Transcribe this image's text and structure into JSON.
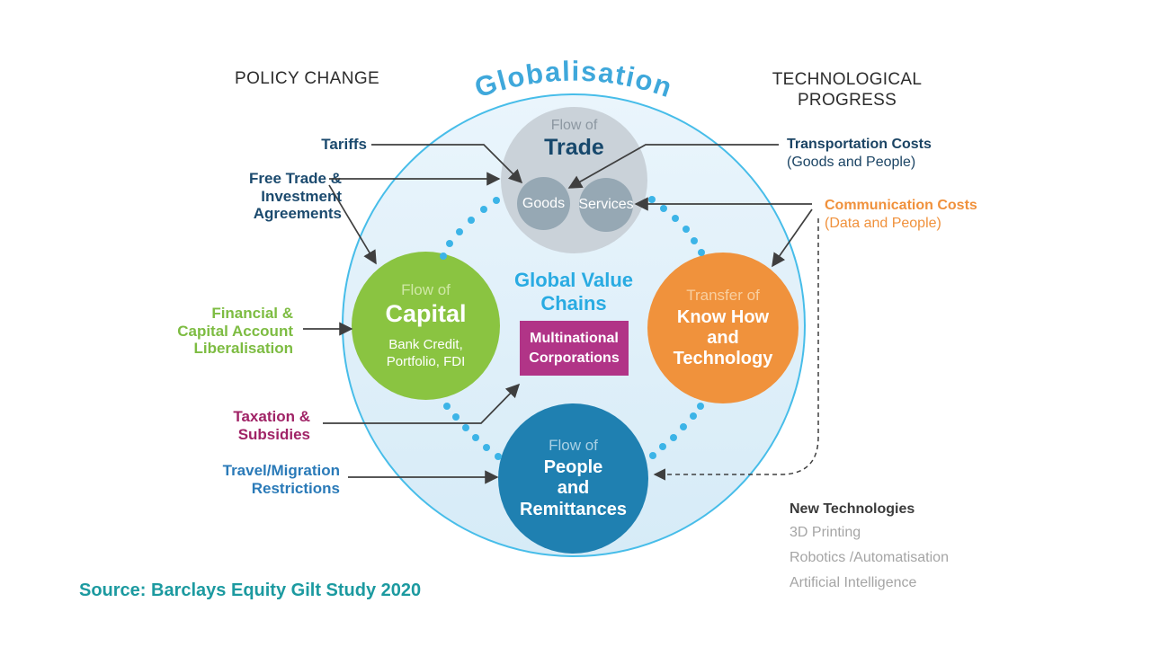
{
  "title": "Globalisation",
  "headings": {
    "left": "POLICY CHANGE",
    "right": "TECHNOLOGICAL\nPROGRESS"
  },
  "policy_labels": {
    "tariffs": {
      "text": "Tariffs",
      "color": "#1B4A6E"
    },
    "free_trade": {
      "text": "Free Trade &\nInvestment\nAgreements",
      "color": "#1B4A6E"
    },
    "financial": {
      "text": "Financial &\nCapital Account\nLiberalisation",
      "color": "#7DBC42"
    },
    "taxation": {
      "text": "Taxation &\nSubsidies",
      "color": "#A02366"
    },
    "travel": {
      "text": "Travel/Migration\nRestrictions",
      "color": "#2A7AB8"
    }
  },
  "tech_labels": {
    "transportation": {
      "text": "Transportation Costs",
      "sub": "(Goods and People)",
      "color": "#1B4464"
    },
    "communication": {
      "text": "Communication Costs",
      "sub": "(Data and People)",
      "color": "#F0913C"
    }
  },
  "circles": {
    "trade": {
      "prefix": "Flow of",
      "title": "Trade",
      "color": "#CAD2D9",
      "goods": "Goods",
      "services": "Services",
      "sub_color": "#96A8B4"
    },
    "capital": {
      "prefix": "Flow of",
      "title": "Capital",
      "sub": "Bank Credit,\nPortfolio, FDI",
      "color": "#8AC441"
    },
    "knowhow": {
      "prefix": "Transfer of",
      "title": "Know How\nand\nTechnology",
      "color": "#F0923C"
    },
    "people": {
      "prefix": "Flow of",
      "title": "People\nand\nRemittances",
      "color": "#1F80B1"
    }
  },
  "center": {
    "label": "Global Value Chains",
    "label_color": "#29ABE2",
    "box": "Multinational Corporations",
    "box_color": "#B13487"
  },
  "new_technologies": {
    "heading": "New Technologies",
    "items": [
      "3D Printing",
      "Robotics /Automatisation",
      "Artificial Intelligence"
    ]
  },
  "source": "Source: Barclays Equity Gilt Study 2020",
  "outer_circle": {
    "stroke": "#47BDE9",
    "fill_top": "#EAF5FC",
    "fill_bottom": "#D6EBF7"
  },
  "accents": {
    "dots": "#3CB4E7",
    "arrows": "#3F3F3F",
    "title": "#3FA8DB"
  }
}
